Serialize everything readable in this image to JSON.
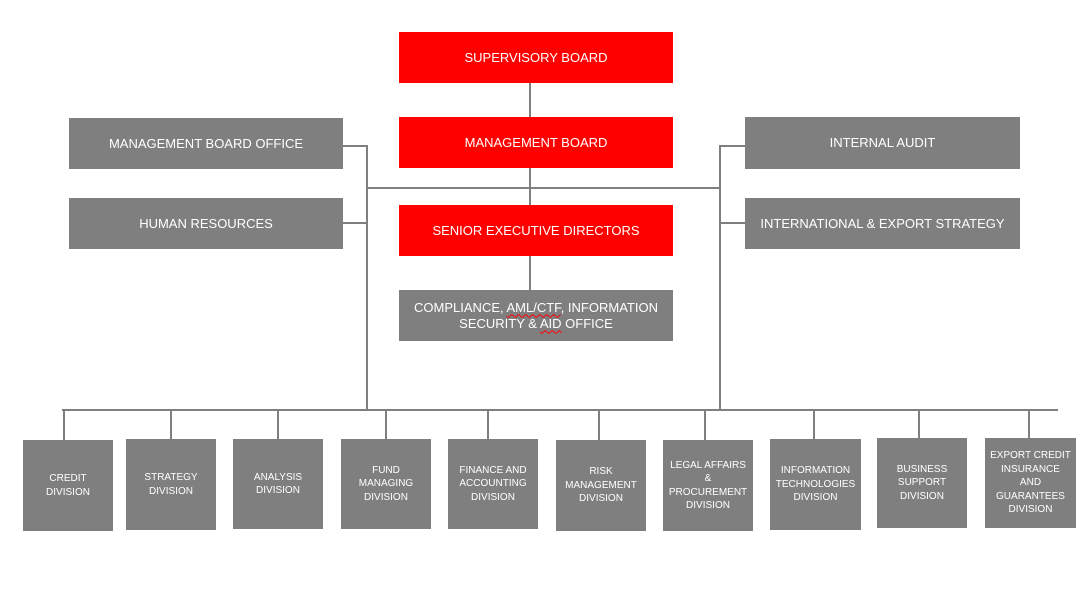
{
  "colors": {
    "board": "#ff0000",
    "unit": "#7f7f7f",
    "connector": "#7f7f7f",
    "text": "#ffffff"
  },
  "top": {
    "supervisory_board": "SUPERVISORY BOARD",
    "management_board": "MANAGEMENT BOARD",
    "senior_executive_directors": "SENIOR EXECUTIVE DIRECTORS",
    "compliance_office": {
      "part1": "COMPLIANCE, ",
      "part2": "AML/CTF",
      "part3": ", ",
      "part4": "INFORMATION",
      "part5": "SECURITY & ",
      "part6": "AID",
      "part7": " OFFICE"
    }
  },
  "left": {
    "management_board_office": "MANAGEMENT BOARD OFFICE",
    "human_resources": "HUMAN RESOURCES"
  },
  "right": {
    "internal_audit": "INTERNAL AUDIT",
    "international_export_strategy": "INTERNATIONAL & EXPORT STRATEGY"
  },
  "divisions": [
    "CREDIT\nDIVISION",
    "STRATEGY\nDIVISION",
    "ANALYSIS\nDIVISION",
    "FUND\nMANAGING\nDIVISION",
    "FINANCE AND\nACCOUNTING\nDIVISION",
    "RISK\nMANAGEMENT\nDIVISION",
    "LEGAL AFFAIRS\n&\nPROCUREMENT\nDIVISION",
    "INFORMATION\nTECHNOLOGIES\nDIVISION",
    "BUSINESS\nSUPPORT\nDIVISION",
    "EXPORT CREDIT\nINSURANCE\nAND\nGUARANTEES\nDIVISION"
  ]
}
